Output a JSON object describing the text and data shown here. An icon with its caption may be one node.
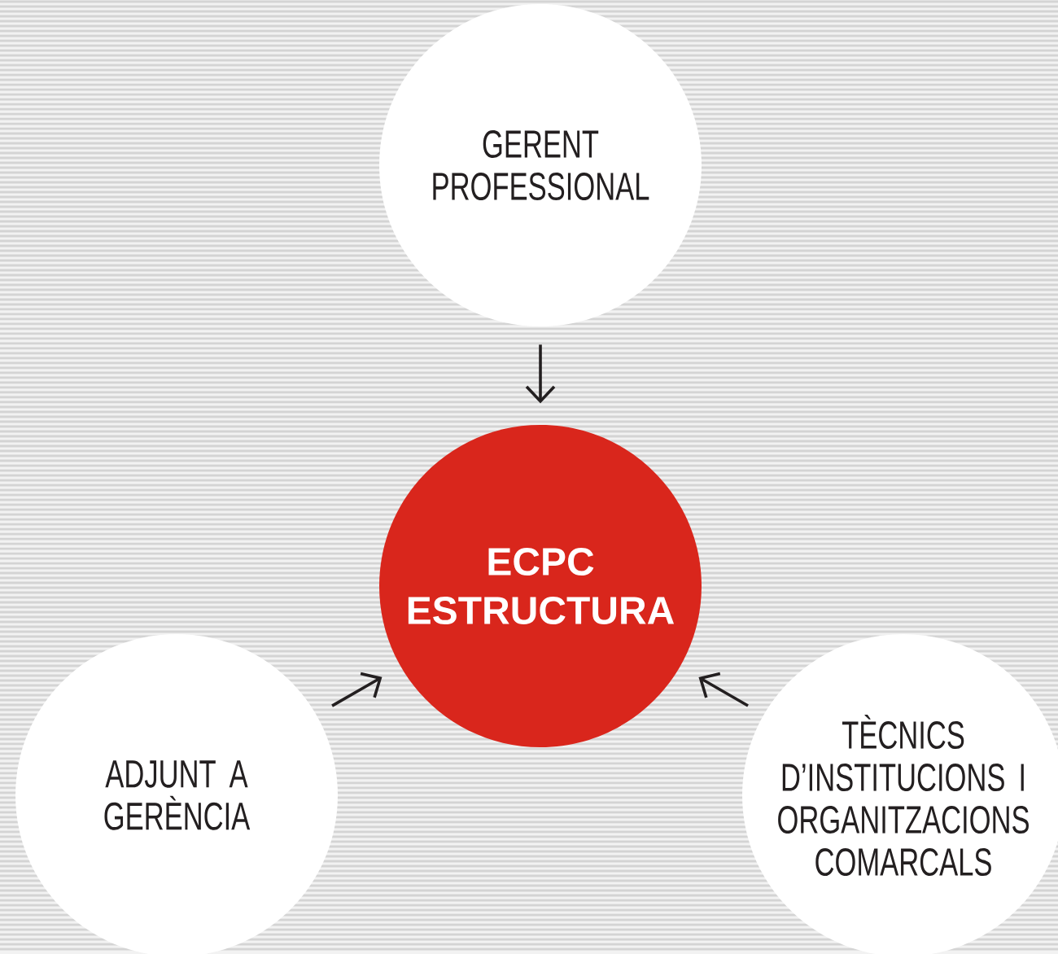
{
  "diagram": {
    "nodes": [
      {
        "text": [
          "GERENT PROFESSIONAL"
        ]
      },
      {
        "text": [
          "ECPC ESTRUCTURA"
        ]
      },
      {
        "text": [
          "ADJUNT A GERÈNCIA"
        ]
      },
      {
        "text": [
          "TÈCNICS D’INSTITUCIONS I ORGANITZACIONS COMARCALS"
        ]
      }
    ],
    "edges": [
      {
        "from": 0,
        "to": 1,
        "arrow": "to"
      },
      {
        "from": 2,
        "to": 1,
        "arrow": "to"
      },
      {
        "from": 3,
        "to": 1,
        "arrow": "to"
      }
    ]
  }
}
